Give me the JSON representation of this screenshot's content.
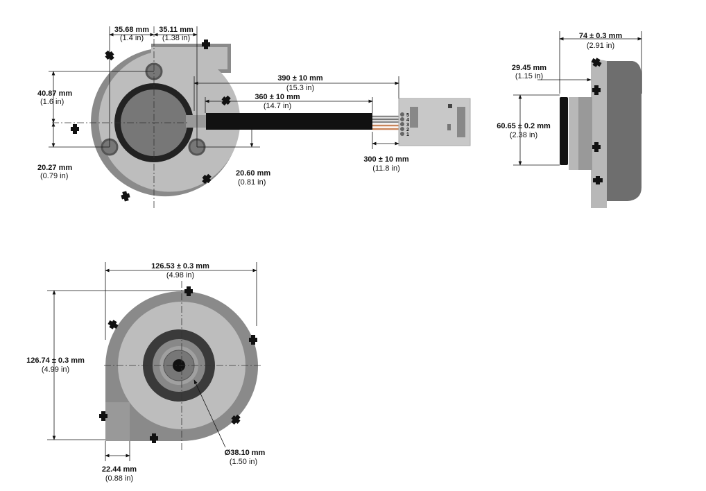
{
  "top_view": {
    "dims": [
      {
        "mm": "35.68 mm",
        "in": "(1.4 in)"
      },
      {
        "mm": "35.11 mm",
        "in": "(1.38 in)"
      },
      {
        "mm": "40.87 mm",
        "in": "(1.6 in)"
      },
      {
        "mm": "20.27 mm",
        "in": "(0.79 in)"
      },
      {
        "mm": "20.60 mm",
        "in": "(0.81 in)"
      },
      {
        "mm": "390 ± 10 mm",
        "in": "(15.3 in)"
      },
      {
        "mm": "360 ± 10 mm",
        "in": "(14.7 in)"
      },
      {
        "mm": "300 ± 10 mm",
        "in": "(11.8 in)"
      }
    ],
    "pcb_pins": [
      "5",
      "4",
      "3",
      "2",
      "1"
    ]
  },
  "side_view": {
    "dims": [
      {
        "mm": "74 ± 0.3 mm",
        "in": "(2.91 in)"
      },
      {
        "mm": "29.45 mm",
        "in": "(1.15 in)"
      },
      {
        "mm": "60.65 ± 0.2 mm",
        "in": "(2.38 in)"
      }
    ]
  },
  "bottom_view": {
    "dims": [
      {
        "mm": "126.53 ± 0.3 mm",
        "in": "(4.98 in)"
      },
      {
        "mm": "126.74 ± 0.3 mm",
        "in": "(4.99 in)"
      },
      {
        "mm": "22.44 mm",
        "in": "(0.88 in)"
      },
      {
        "mm": "Ø38.10 mm",
        "in": "(1.50 in)"
      }
    ]
  },
  "colors": {
    "housing": "#8a8a8a",
    "face": "#bdbdbd",
    "dark": "#555555",
    "black": "#111111"
  }
}
